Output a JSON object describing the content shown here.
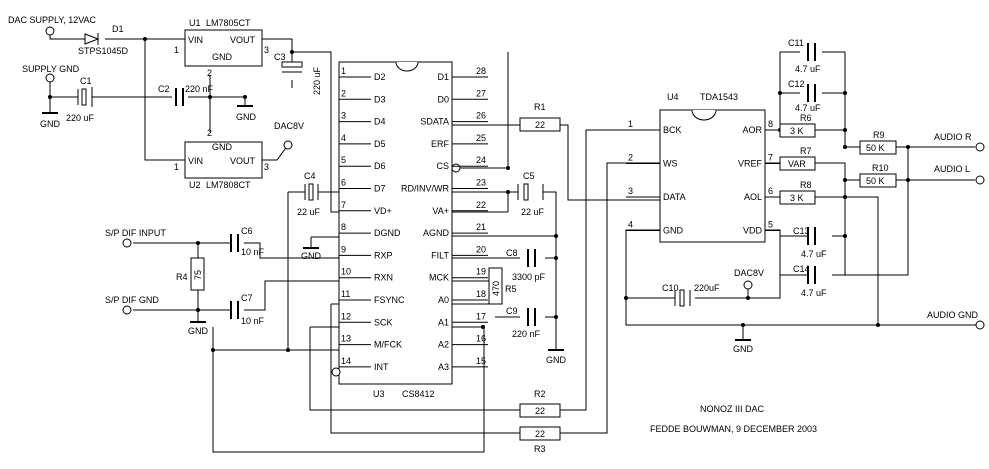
{
  "title": "NONOZ III DAC",
  "author_line": "FEDDE BOUWMAN, 9 DECEMBER 2003",
  "inputs": {
    "dac_supply": "DAC SUPPLY, 12VAC",
    "supply_gnd": "SUPPLY GND",
    "spdif_input": "S/P DIF INPUT",
    "spdif_gnd": "S/P DIF GND"
  },
  "outputs": {
    "audio_r": "AUDIO R",
    "audio_l": "AUDIO L",
    "audio_gnd": "AUDIO GND"
  },
  "gnd_label": "GND",
  "dac8v_label": "DAC8V",
  "diode": {
    "ref": "D1",
    "part": "STPS1045D"
  },
  "regulators": {
    "u1": {
      "ref": "U1",
      "part": "LM7805CT",
      "vin": "VIN",
      "vout": "VOUT",
      "gnd": "GND",
      "pin1": "1",
      "pin2": "2",
      "pin3": "3"
    },
    "u2": {
      "ref": "U2",
      "part": "LM7808CT",
      "vin": "VIN",
      "vout": "VOUT",
      "gnd": "GND",
      "pin1": "1",
      "pin2": "2",
      "pin3": "3"
    }
  },
  "components": {
    "c1": {
      "ref": "C1",
      "value": "220 uF"
    },
    "c2": {
      "ref": "C2",
      "value": "220 nF"
    },
    "c3": {
      "ref": "C3",
      "value": "220 uF"
    },
    "c4": {
      "ref": "C4",
      "value": "22 uF"
    },
    "c5": {
      "ref": "C5",
      "value": "22 uF"
    },
    "c6": {
      "ref": "C6",
      "value": "10 nF"
    },
    "c7": {
      "ref": "C7",
      "value": "10 nF"
    },
    "c8": {
      "ref": "C8",
      "value": "3300 pF"
    },
    "c9": {
      "ref": "C9",
      "value": "220 nF"
    },
    "c10": {
      "ref": "C10",
      "value": "220uF"
    },
    "c11": {
      "ref": "C11",
      "value": "4.7 uF"
    },
    "c12": {
      "ref": "C12",
      "value": "4.7 uF"
    },
    "c13": {
      "ref": "C13",
      "value": "4.7 uF"
    },
    "c14": {
      "ref": "C14",
      "value": "4.7 uF"
    },
    "r1": {
      "ref": "R1",
      "value": "22"
    },
    "r2": {
      "ref": "R2",
      "value": "22"
    },
    "r3": {
      "ref": "R3",
      "value": "22"
    },
    "r4": {
      "ref": "R4",
      "value": "75"
    },
    "r5": {
      "ref": "R5",
      "value": "470"
    },
    "r6": {
      "ref": "R6",
      "value": "3 K"
    },
    "r7": {
      "ref": "R7",
      "value": "VAR"
    },
    "r8": {
      "ref": "R8",
      "value": "3 K"
    },
    "r9": {
      "ref": "R9",
      "value": "50 K"
    },
    "r10": {
      "ref": "R10",
      "value": "50 K"
    }
  },
  "u3": {
    "ref": "U3",
    "part": "CS8412",
    "left_pins": [
      {
        "num": "1",
        "name": "D2"
      },
      {
        "num": "2",
        "name": "D3"
      },
      {
        "num": "3",
        "name": "D4"
      },
      {
        "num": "4",
        "name": "D5"
      },
      {
        "num": "5",
        "name": "D6"
      },
      {
        "num": "6",
        "name": "D7"
      },
      {
        "num": "7",
        "name": "VD+"
      },
      {
        "num": "8",
        "name": "DGND"
      },
      {
        "num": "9",
        "name": "RXP"
      },
      {
        "num": "10",
        "name": "RXN"
      },
      {
        "num": "11",
        "name": "FSYNC"
      },
      {
        "num": "12",
        "name": "SCK"
      },
      {
        "num": "13",
        "name": "M/FCK"
      },
      {
        "num": "14",
        "name": "INT"
      }
    ],
    "right_pins": [
      {
        "num": "28",
        "name": "D1"
      },
      {
        "num": "27",
        "name": "D0"
      },
      {
        "num": "26",
        "name": "SDATA"
      },
      {
        "num": "25",
        "name": "ERF"
      },
      {
        "num": "24",
        "name": "CS"
      },
      {
        "num": "23",
        "name": "RD/INV/WR"
      },
      {
        "num": "22",
        "name": "VA+"
      },
      {
        "num": "21",
        "name": "AGND"
      },
      {
        "num": "20",
        "name": "FILT"
      },
      {
        "num": "19",
        "name": "MCK"
      },
      {
        "num": "18",
        "name": "A0"
      },
      {
        "num": "17",
        "name": "A1"
      },
      {
        "num": "16",
        "name": "A2"
      },
      {
        "num": "15",
        "name": "A3"
      }
    ]
  },
  "u4": {
    "ref": "U4",
    "part": "TDA1543",
    "left_pins": [
      {
        "num": "1",
        "name": "BCK"
      },
      {
        "num": "2",
        "name": "WS"
      },
      {
        "num": "3",
        "name": "DATA"
      },
      {
        "num": "4",
        "name": "GND"
      }
    ],
    "right_pins": [
      {
        "num": "8",
        "name": "AOR"
      },
      {
        "num": "7",
        "name": "VREF"
      },
      {
        "num": "6",
        "name": "AOL"
      },
      {
        "num": "5",
        "name": "VDD"
      }
    ]
  }
}
